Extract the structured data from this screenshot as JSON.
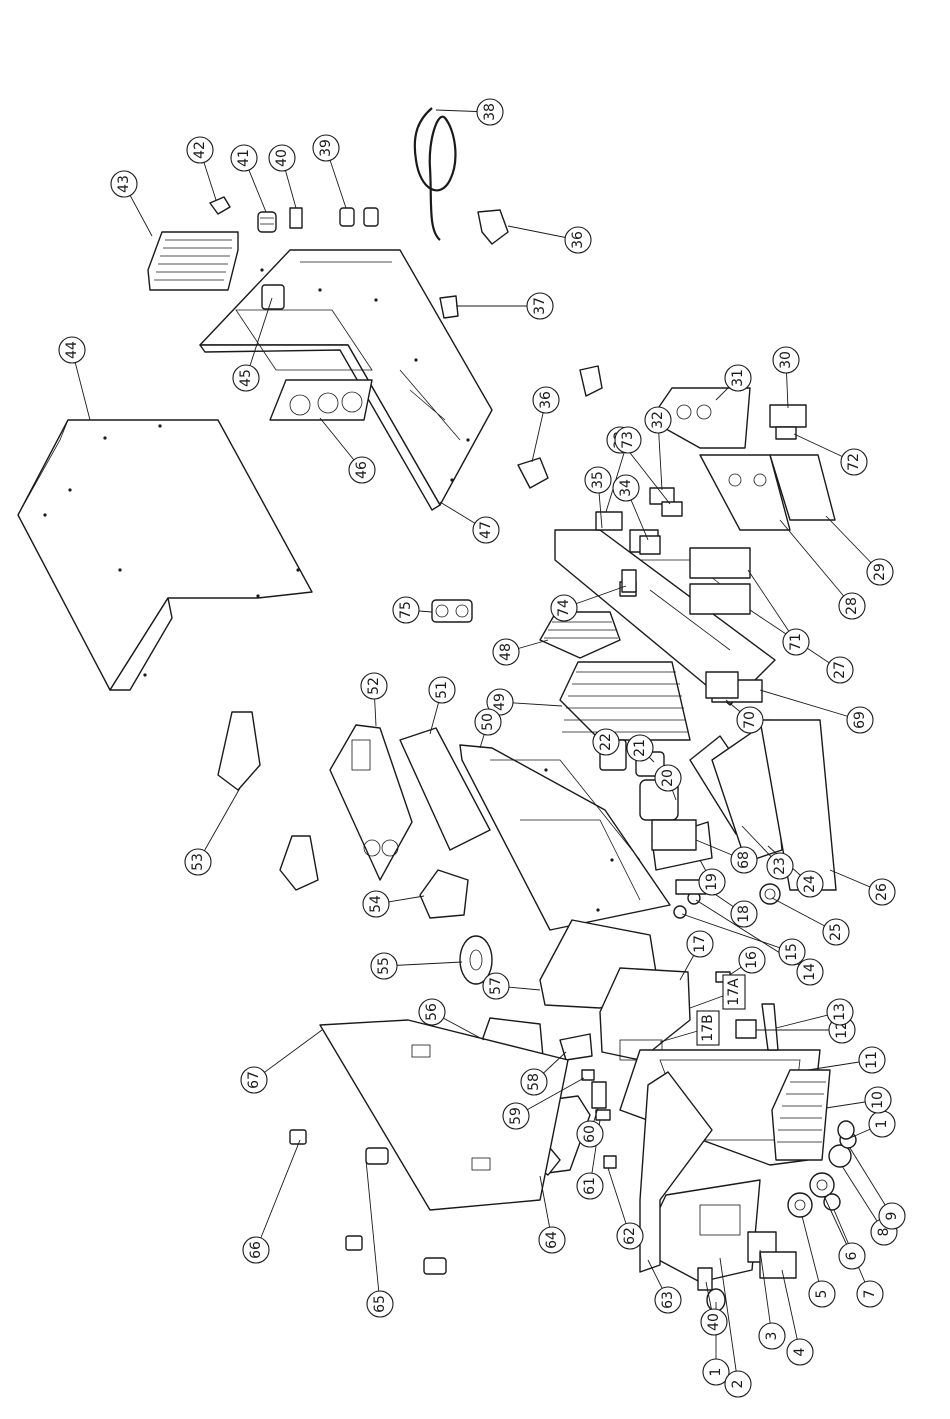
{
  "callouts": [
    {
      "label": "1"
    },
    {
      "label": "1"
    },
    {
      "label": "2"
    },
    {
      "label": "3"
    },
    {
      "label": "4"
    },
    {
      "label": "5"
    },
    {
      "label": "6"
    },
    {
      "label": "7"
    },
    {
      "label": "8"
    },
    {
      "label": "9"
    },
    {
      "label": "10"
    },
    {
      "label": "11"
    },
    {
      "label": "12"
    },
    {
      "label": "13"
    },
    {
      "label": "14"
    },
    {
      "label": "15"
    },
    {
      "label": "16"
    },
    {
      "label": "17"
    },
    {
      "label": "17A"
    },
    {
      "label": "17B"
    },
    {
      "label": "18"
    },
    {
      "label": "19"
    },
    {
      "label": "20"
    },
    {
      "label": "21"
    },
    {
      "label": "22"
    },
    {
      "label": "23"
    },
    {
      "label": "24"
    },
    {
      "label": "25"
    },
    {
      "label": "26"
    },
    {
      "label": "27"
    },
    {
      "label": "28"
    },
    {
      "label": "29"
    },
    {
      "label": "30"
    },
    {
      "label": "31"
    },
    {
      "label": "32"
    },
    {
      "label": "33"
    },
    {
      "label": "34"
    },
    {
      "label": "35"
    },
    {
      "label": "36"
    },
    {
      "label": "36"
    },
    {
      "label": "37"
    },
    {
      "label": "38"
    },
    {
      "label": "39"
    },
    {
      "label": "40"
    },
    {
      "label": "40"
    },
    {
      "label": "41"
    },
    {
      "label": "42"
    },
    {
      "label": "43"
    },
    {
      "label": "44"
    },
    {
      "label": "45"
    },
    {
      "label": "46"
    },
    {
      "label": "47"
    },
    {
      "label": "48"
    },
    {
      "label": "49"
    },
    {
      "label": "50"
    },
    {
      "label": "51"
    },
    {
      "label": "52"
    },
    {
      "label": "53"
    },
    {
      "label": "54"
    },
    {
      "label": "55"
    },
    {
      "label": "56"
    },
    {
      "label": "57"
    },
    {
      "label": "58"
    },
    {
      "label": "59"
    },
    {
      "label": "60"
    },
    {
      "label": "61"
    },
    {
      "label": "62"
    },
    {
      "label": "63"
    },
    {
      "label": "64"
    },
    {
      "label": "65"
    },
    {
      "label": "66"
    },
    {
      "label": "67"
    },
    {
      "label": "68"
    },
    {
      "label": "69"
    },
    {
      "label": "70"
    },
    {
      "label": "71"
    },
    {
      "label": "72"
    },
    {
      "label": "73"
    },
    {
      "label": "74"
    },
    {
      "label": "75"
    }
  ]
}
